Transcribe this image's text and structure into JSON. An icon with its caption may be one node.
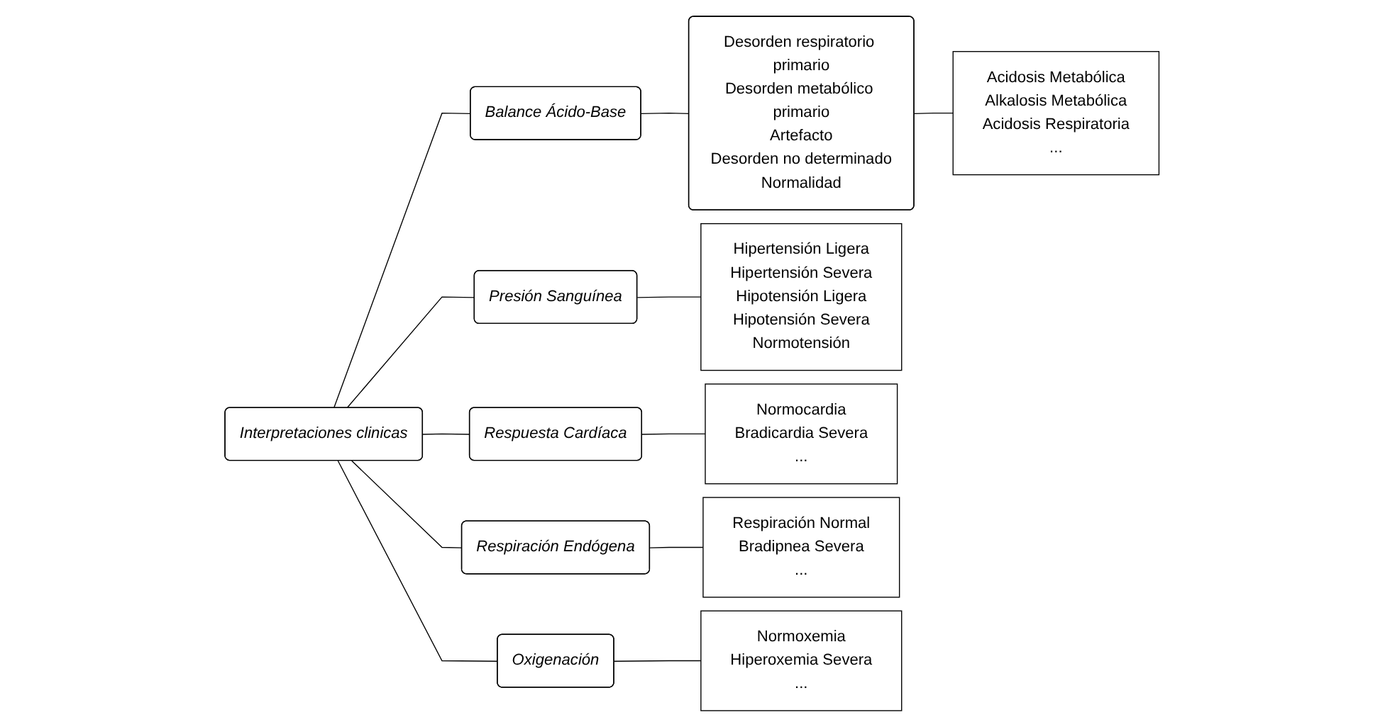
{
  "diagram": {
    "nodes": [
      {
        "text": [
          "Interpretaciones clinicas"
        ]
      },
      {
        "text": [
          "Balance Ácido-Base"
        ]
      },
      {
        "text": [
          "Desorden respiratorio primario",
          "Desorden metabólico primario",
          "Artefacto",
          "Desorden no determinado",
          "Normalidad"
        ]
      },
      {
        "text": [
          "Acidosis Metabólica",
          "Alkalosis Metabólica",
          "Acidosis Respiratoria",
          "..."
        ]
      },
      {
        "text": [
          "Presión Sanguínea"
        ]
      },
      {
        "text": [
          "Hipertensión Ligera",
          "Hipertensión Severa",
          "Hipotensión Ligera",
          "Hipotensión Severa",
          "Normotensión"
        ]
      },
      {
        "text": [
          "Respuesta Cardíaca"
        ]
      },
      {
        "text": [
          "Normocardia",
          "Bradicardia Severa",
          "..."
        ]
      },
      {
        "text": [
          "Respiración Endógena"
        ]
      },
      {
        "text": [
          "Respiración Normal",
          "Bradipnea Severa",
          "..."
        ]
      },
      {
        "text": [
          "Oxigenación"
        ]
      },
      {
        "text": [
          "Normoxemia",
          "Hiperoxemia Severa",
          "..."
        ]
      }
    ],
    "edges": [
      {
        "from": 0,
        "to": 1,
        "arrow": "none"
      },
      {
        "from": 0,
        "to": 4,
        "arrow": "none"
      },
      {
        "from": 0,
        "to": 6,
        "arrow": "none"
      },
      {
        "from": 0,
        "to": 8,
        "arrow": "none"
      },
      {
        "from": 0,
        "to": 10,
        "arrow": "none"
      },
      {
        "from": 1,
        "to": 2,
        "arrow": "none"
      },
      {
        "from": 2,
        "to": 3,
        "arrow": "none"
      },
      {
        "from": 4,
        "to": 5,
        "arrow": "none"
      },
      {
        "from": 6,
        "to": 7,
        "arrow": "none"
      },
      {
        "from": 8,
        "to": 9,
        "arrow": "none"
      },
      {
        "from": 10,
        "to": 11,
        "arrow": "none"
      }
    ]
  }
}
